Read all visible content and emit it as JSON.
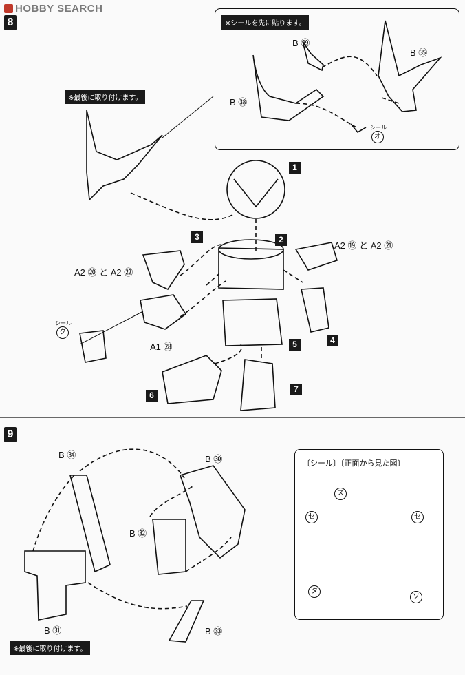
{
  "watermark": "HOBBY SEARCH",
  "step8": {
    "number": "8",
    "note_top": "※シールを先に貼ります。",
    "note_left": "※最後に取り付けます。",
    "parts": {
      "b29": "B ㉙",
      "b35": "B ㉟",
      "b38": "B ㊳",
      "a2_20_22": "A2 ⑳ と A2 ㉒",
      "a2_19_21": "A2 ⑲ と A2 ㉑",
      "a1_28": "A1 ㉘"
    },
    "seals": {
      "o": "オ",
      "ku": "ク",
      "caption": "シール"
    },
    "numbers": [
      "1",
      "2",
      "3",
      "4",
      "5",
      "6",
      "7"
    ]
  },
  "step9": {
    "number": "9",
    "parts": {
      "b34": "B ㉞",
      "b30": "B ㉚",
      "b32": "B ㉜",
      "b31": "B ㉛",
      "b33": "B ㉝"
    },
    "note_bottom": "※最後に取り付けます。",
    "seal_box": {
      "title": "〔シール〕〔正面から見た図〕",
      "labels": {
        "su": "ス",
        "se_left": "セ",
        "se_right": "セ",
        "ta": "タ",
        "so": "ソ"
      }
    }
  }
}
